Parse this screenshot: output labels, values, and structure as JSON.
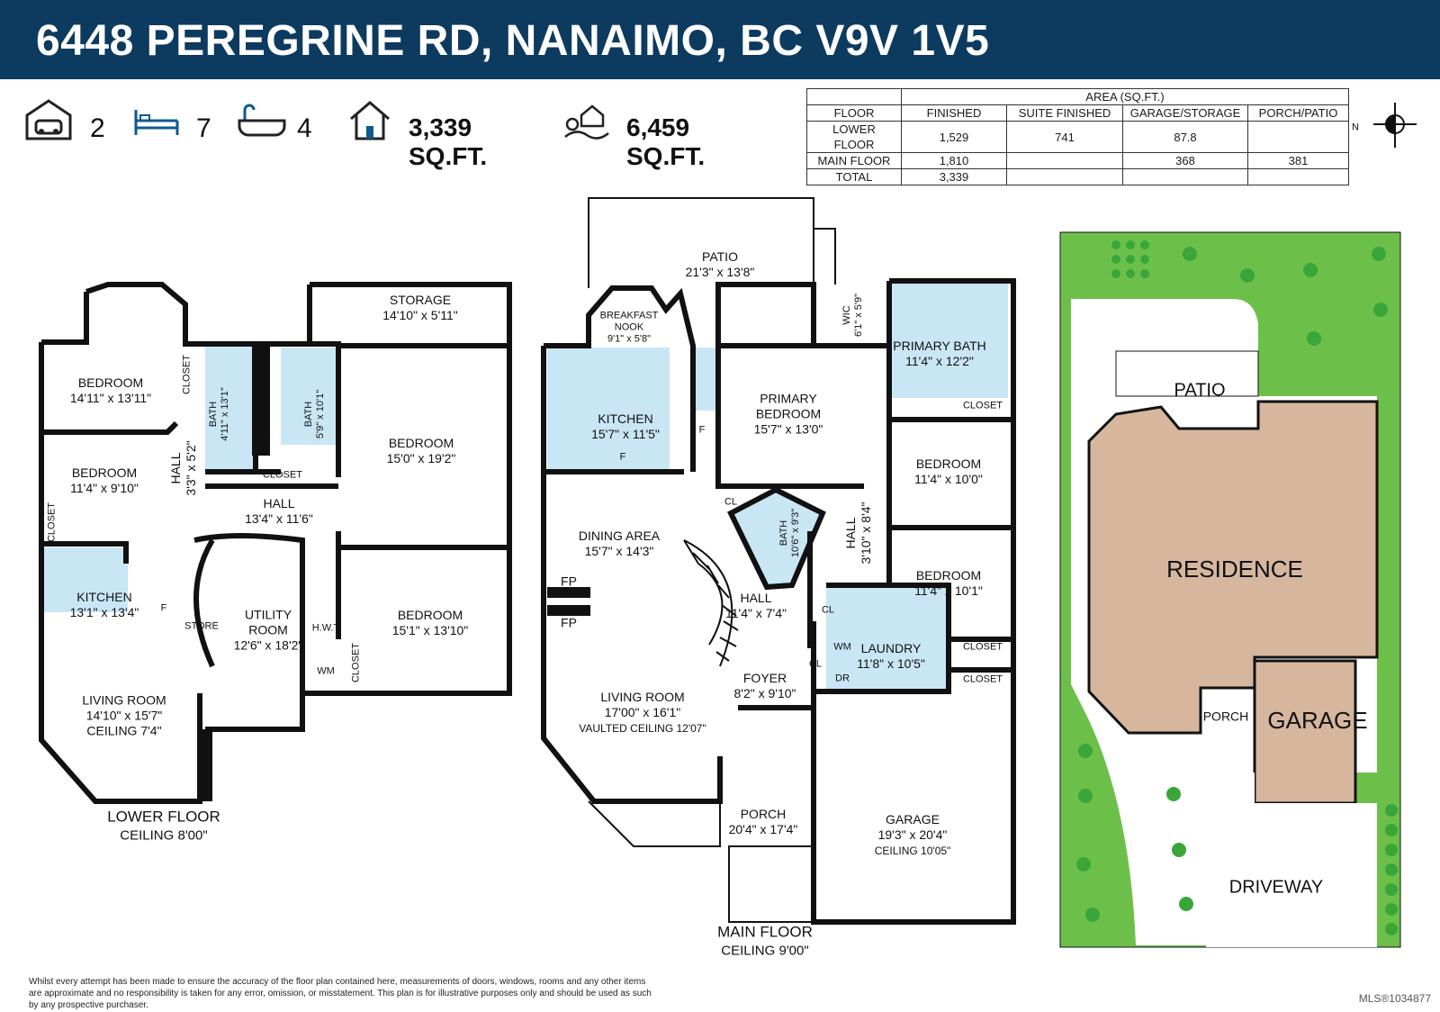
{
  "header": {
    "address": "6448 PEREGRINE RD, NANAIMO, BC V9V 1V5"
  },
  "stats": {
    "garage_count": "2",
    "bedrooms": "7",
    "bathrooms": "4",
    "interior_area": "3,339 SQ.FT.",
    "lot_area": "6,459 SQ.FT."
  },
  "area_table": {
    "group_header": "AREA (SQ.FT.)",
    "columns": [
      "FLOOR",
      "FINISHED",
      "SUITE FINISHED",
      "GARAGE/STORAGE",
      "PORCH/PATIO"
    ],
    "rows": [
      [
        "LOWER FLOOR",
        "1,529",
        "741",
        "87.8",
        ""
      ],
      [
        "MAIN FLOOR",
        "1,810",
        "",
        "368",
        "381"
      ],
      [
        "TOTAL",
        "3,339",
        "",
        "",
        ""
      ]
    ]
  },
  "compass": {
    "label": "N"
  },
  "lower_floor": {
    "title": "LOWER FLOOR",
    "ceiling": "CEILING 8'00\"",
    "rooms": {
      "storage": [
        "STORAGE",
        "14'10\" x 5'11\""
      ],
      "bedroom_nw": [
        "BEDROOM",
        "14'11\" x 13'11\""
      ],
      "bedroom_w": [
        "BEDROOM",
        "11'4\" x 9'10\""
      ],
      "bedroom_ne": [
        "BEDROOM",
        "15'0\" x 19'2\""
      ],
      "bedroom_se": [
        "BEDROOM",
        "15'1\" x 13'10\""
      ],
      "hall_small": [
        "HALL",
        "3'3\" x 5'2\""
      ],
      "hall": [
        "HALL",
        "13'4\" x 11'6\""
      ],
      "bath1": [
        "BATH",
        "4'11\" x 13'1\""
      ],
      "bath2": [
        "BATH",
        "5'9\" x 10'1\""
      ],
      "kitchen": [
        "KITCHEN",
        "13'1\" x 13'4\""
      ],
      "utility": [
        "UTILITY",
        "ROOM",
        "12'6\" x 18'2\""
      ],
      "living": [
        "LIVING ROOM",
        "14'10\" x 15'7\"",
        "CEILING 7'4\""
      ]
    },
    "closet": "CLOSET",
    "store": "STORE",
    "hwt": "H.W.T",
    "wm": "WM",
    "f": "F"
  },
  "main_floor": {
    "title": "MAIN FLOOR",
    "ceiling": "CEILING 9'00\"",
    "rooms": {
      "patio": [
        "PATIO",
        "21'3\" x 13'8\""
      ],
      "nook": [
        "BREAKFAST",
        "NOOK",
        "9'1\" x 5'8\""
      ],
      "kitchen": [
        "KITCHEN",
        "15'7\" x 11'5\""
      ],
      "primary_bed": [
        "PRIMARY",
        "BEDROOM",
        "15'7\" x 13'0\""
      ],
      "wic": [
        "WIC",
        "6'1\" x 5'9\""
      ],
      "primary_bath": [
        "PRIMARY BATH",
        "11'4\" x 12'2\""
      ],
      "bedroom_1": [
        "BEDROOM",
        "11'4\" x 10'0\""
      ],
      "bedroom_2": [
        "BEDROOM",
        "11'4\" x 10'1\""
      ],
      "bath": [
        "BATH",
        "10'6\" x 9'3\""
      ],
      "hall_v": [
        "HALL",
        "3'10\" x 8'4\""
      ],
      "dining": [
        "DINING AREA",
        "15'7\" x 14'3\""
      ],
      "hall": [
        "HALL",
        "11'4\" x 7'4\""
      ],
      "laundry": [
        "LAUNDRY",
        "11'8\" x 10'5\""
      ],
      "living": [
        "LIVING ROOM",
        "17'00\" x 16'1\"",
        "VAULTED CEILING 12'07\""
      ],
      "foyer": [
        "FOYER",
        "8'2\" x 9'10\""
      ],
      "porch": [
        "PORCH",
        "20'4\" x 17'4\""
      ],
      "garage": [
        "GARAGE",
        "19'3\" x 20'4\"",
        "CEILING 10'05\""
      ]
    },
    "closet": "CLOSET",
    "cl": "CL",
    "fp": "FP",
    "wm": "WM",
    "dr": "DR",
    "f": "F"
  },
  "site_plan": {
    "patio": "PATIO",
    "residence": "RESIDENCE",
    "porch": "PORCH",
    "garage": "GARAGE",
    "driveway": "DRIVEWAY",
    "colors": {
      "lawn": "#6cc04a",
      "residence": "#d6b79e",
      "garage": "#d6b79e",
      "tree": "#3aa63a"
    }
  },
  "colors": {
    "banner": "#0d3a5f",
    "wet_area": "#c9e6f5",
    "wall": "#111111"
  },
  "footer": {
    "disclaimer": "Whilst every attempt has been made to ensure the accuracy of the floor plan contained here, measurements of doors, windows, rooms and any other items are approximate and no responsibility is taken for any error, omission, or misstatement. This plan is for illustrative purposes only and should be used as such by any prospective purchaser.",
    "mls": "MLS®1034877"
  }
}
